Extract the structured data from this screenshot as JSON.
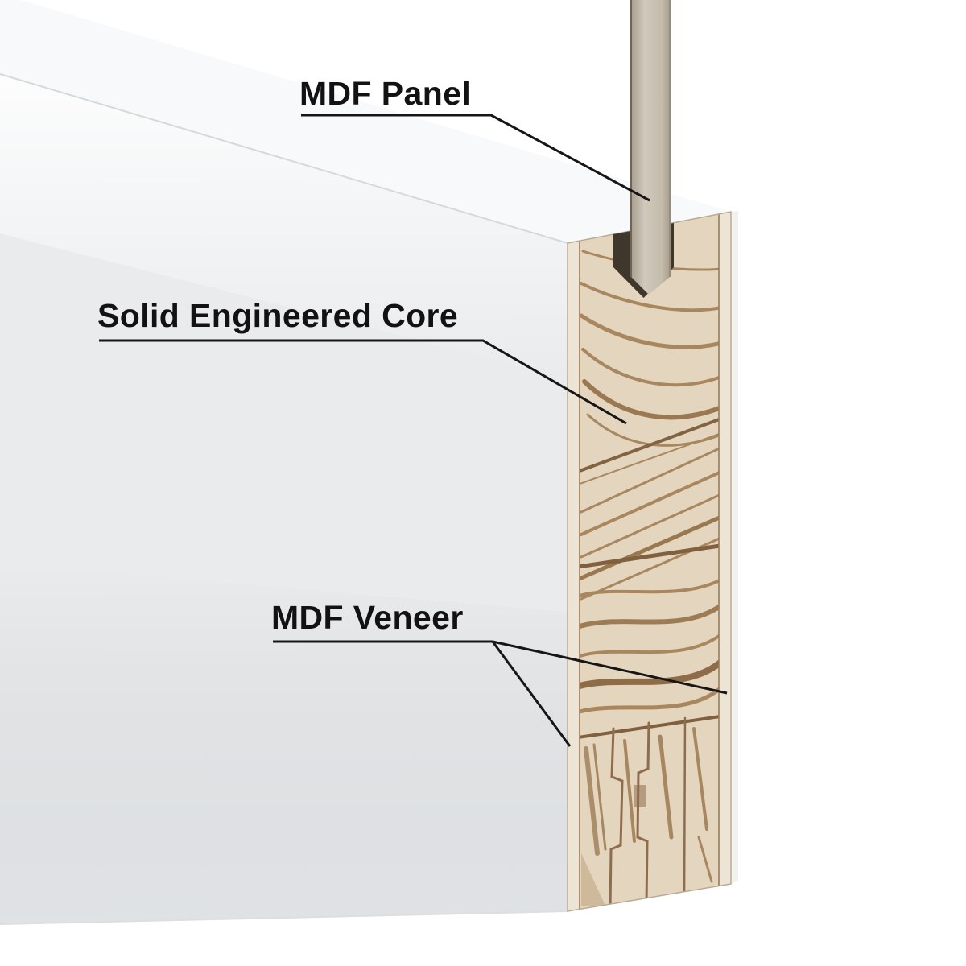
{
  "labels": {
    "mdf_panel": "MDF Panel",
    "solid_engineered_core": "Solid Engineered Core",
    "mdf_veneer": "MDF Veneer"
  },
  "colors": {
    "background": "#ffffff",
    "door_face": "#e9ebed",
    "door_top_surface": "#f8f9fa",
    "wood_base": "#e3d5be",
    "wood_grain": "#a5835a",
    "glue_line": "#7b5a38",
    "veneer_strip": "#ece4d4",
    "groove_shadow": "#40372c",
    "panel_board": "#c8c1b3",
    "label_text": "#121212",
    "leader_line": "#161616"
  }
}
